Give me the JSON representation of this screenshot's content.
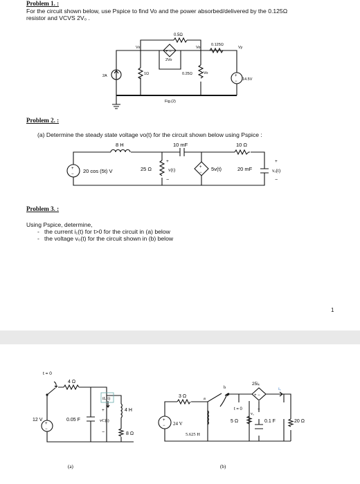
{
  "problem1": {
    "heading": "Problem 1. :",
    "text_line1": "For the circuit shown below, use Pspice to find Vo and the power absorbed/delivered by the 0.125Ω",
    "text_line2": "resistor and VCVS 2V₀ .",
    "labels": {
      "r_top": "0.5Ω",
      "vx_left": "Vx",
      "vo_mid": "Vo",
      "r_0125": "0.125Ω",
      "vy": "Vy",
      "source_2a": "2A",
      "r_1": "1Ω",
      "vcvs": "2Vo",
      "r_025": "0.25Ω",
      "vo_node": "Vo",
      "source_145": "14.5V",
      "fig": "Fig.(2)"
    }
  },
  "problem2": {
    "heading": "Problem 2. :",
    "text": "(a) Determine the steady state voltage vo(t) for the circuit shown below using Pspice :",
    "labels": {
      "inductor": "8 H",
      "cap_top": "10 mF",
      "r_top": "10 Ω",
      "source": "20 cos (5t) V",
      "r_25": "25 Ω",
      "vt": "v(t)",
      "dep_src": "5v(t)",
      "cap_right": "20 mF",
      "vo": "vₒ(t)",
      "plus1": "+",
      "minus1": "−",
      "plus2": "+",
      "minus2": "−"
    }
  },
  "problem3": {
    "heading": "Problem 3. :",
    "intro": "Using Pspice, determine,",
    "items": [
      "the current i₁(t) for t>0 for the circuit in (a) below",
      "the voltage v₀(t) for the circuit shown in (b) below"
    ]
  },
  "page_number": "1",
  "figure_a": {
    "t0": "t = 0",
    "r4": "4 Ω",
    "current": "iL(t)",
    "l4": "4 H",
    "v12": "12 V",
    "cap": "0.05 F",
    "vc": "vC(t)",
    "r8": "8 Ω",
    "plus": "+",
    "minus": "−",
    "caption": "(a)"
  },
  "figure_b": {
    "r3": "3 Ω",
    "a": "a",
    "b": "b",
    "dep": "25iₓ",
    "ix": "iₓ",
    "t0": "t = 0",
    "v24": "24 V",
    "l": "5.625 H",
    "r5": "5 Ω",
    "vo": "vₒ",
    "cap": "0.1 F",
    "r20": "20 Ω",
    "plus": "+",
    "caption": "(b)"
  }
}
